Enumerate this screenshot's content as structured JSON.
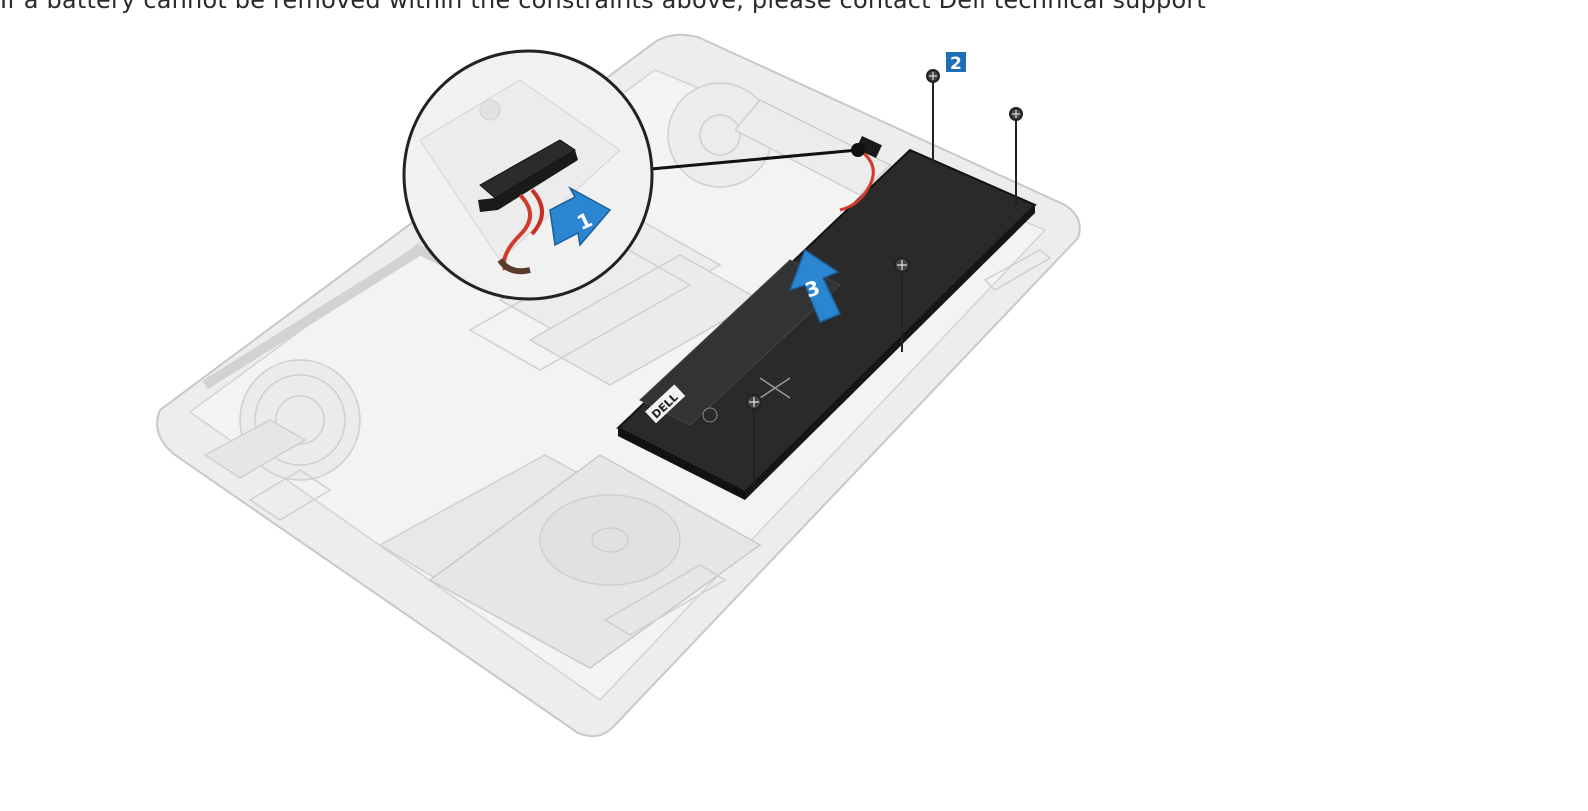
{
  "document": {
    "caption_line": "If a battery cannot be removed within the constraints above, please contact Dell technical support"
  },
  "figure": {
    "callouts": [
      {
        "label": "1",
        "meaning": ""
      },
      {
        "label": "2",
        "meaning": ""
      },
      {
        "label": "3",
        "meaning": ""
      }
    ],
    "battery_logo": "DELL",
    "colors": {
      "callout_blue": "#1f6fb8",
      "arrow_blue": "#2a86d1",
      "battery": "#262626",
      "chassis": "#e9e9e9",
      "outline": "#c9c9c9"
    }
  }
}
